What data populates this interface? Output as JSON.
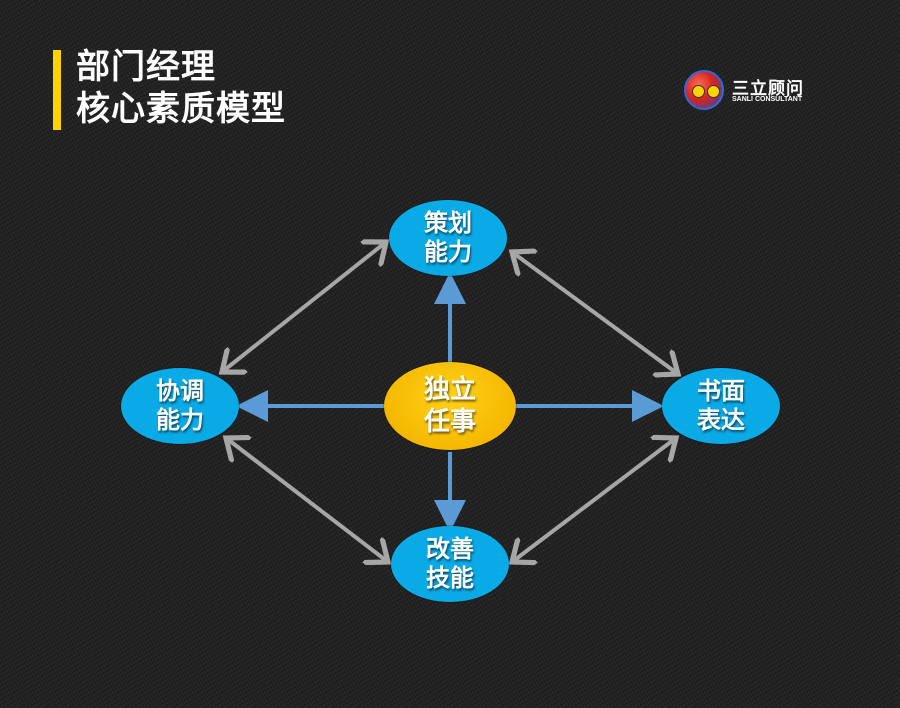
{
  "title": {
    "line1": "部门经理",
    "line2": "核心素质模型",
    "accent_color": "#FFD200"
  },
  "logo": {
    "name_cn": "三立顾问",
    "name_en": "SANLI CONSULTANT"
  },
  "diagram": {
    "center": {
      "line1": "独立",
      "line2": "任事",
      "color": "#F5B800"
    },
    "nodes": {
      "top": {
        "line1": "策划",
        "line2": "能力",
        "color": "#0AAAE6"
      },
      "left": {
        "line1": "协调",
        "line2": "能力",
        "color": "#0AAAE6"
      },
      "right": {
        "line1": "书面",
        "line2": "表达",
        "color": "#0AAAE6"
      },
      "bottom": {
        "line1": "改善",
        "line2": "技能",
        "color": "#0AAAE6"
      }
    },
    "arrow_colors": {
      "center_arrows": "#5B9BD5",
      "outer_arrows": "#A6A6A6"
    }
  }
}
